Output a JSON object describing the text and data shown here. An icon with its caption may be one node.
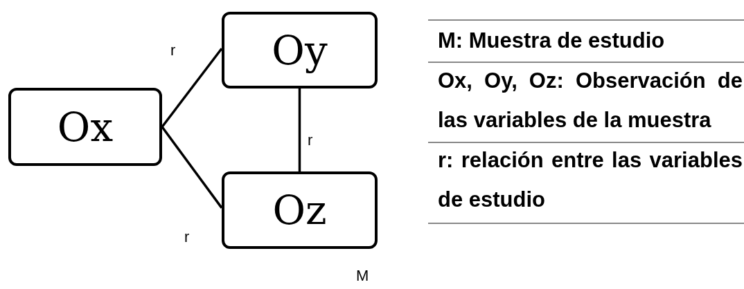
{
  "diagram": {
    "nodes": [
      {
        "text": [
          "Ox"
        ]
      },
      {
        "text": [
          "Oy"
        ]
      },
      {
        "text": [
          "Oz"
        ]
      }
    ],
    "edges": [
      {
        "from": 0,
        "to": 1,
        "arrow": "none",
        "label": "r"
      },
      {
        "from": 1,
        "to": 2,
        "arrow": "none",
        "label": "r"
      },
      {
        "from": 0,
        "to": 2,
        "arrow": "none",
        "label": "r"
      }
    ],
    "labels": [
      "M",
      "M: Muestra de estudio",
      "Ox, Oy, Oz: Observación de las variables de la muestra",
      "r: relación entre las variables de estudio"
    ]
  }
}
